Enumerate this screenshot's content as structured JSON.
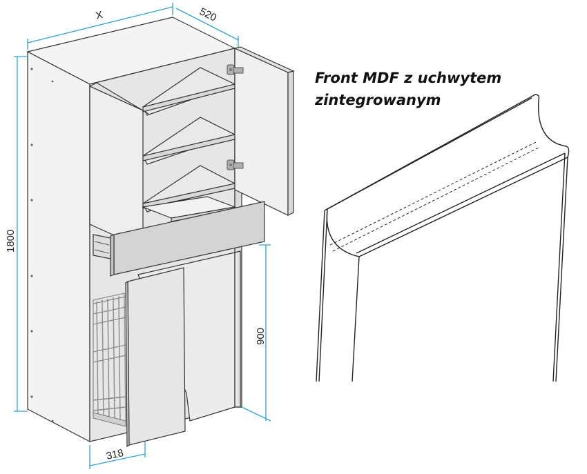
{
  "caption": {
    "line1": "Front MDF z uchwytem",
    "line2": "zintegrowanym"
  },
  "dimensions": {
    "width": "X",
    "depth": "520",
    "height": "1800",
    "lower_height": "900",
    "basket_width": "318"
  },
  "colors": {
    "panel_face": "#efefef",
    "panel_side": "#f7f7f7",
    "panel_dark": "#d6d6d6",
    "shelf": "#e9e9e9",
    "door": "#e8e8e8",
    "dimension_line": "#29a3d6",
    "edge": "#333333"
  }
}
